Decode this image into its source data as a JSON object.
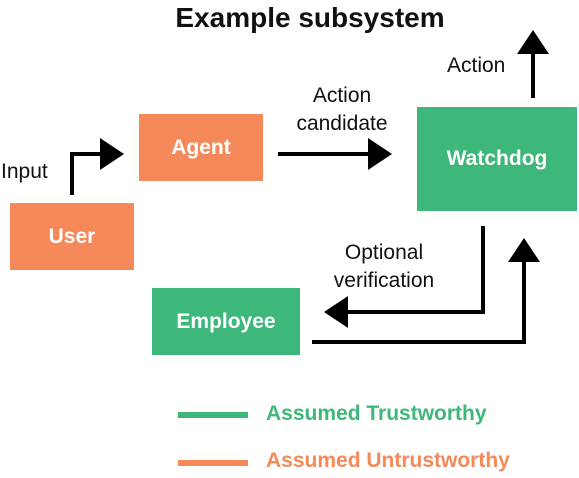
{
  "title": "Example subsystem",
  "colors": {
    "trusted": "#3db87a",
    "untrusted": "#f5895a"
  },
  "nodes": {
    "user": "User",
    "agent": "Agent",
    "watchdog": "Watchdog",
    "employee": "Employee"
  },
  "edge_labels": {
    "input": "Input",
    "action_candidate_line1": "Action",
    "action_candidate_line2": "candidate",
    "action": "Action",
    "optional_verification_line1": "Optional",
    "optional_verification_line2": "verification"
  },
  "legend": {
    "trusted": "Assumed Trustworthy",
    "untrusted": "Assumed Untrustworthy"
  }
}
